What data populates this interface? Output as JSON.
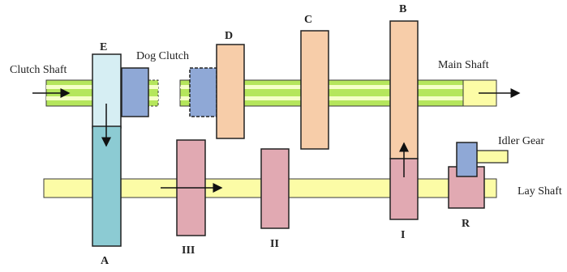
{
  "labels": {
    "clutch_shaft": "Clutch Shaft",
    "dog_clutch": "Dog Clutch",
    "main_shaft": "Main Shaft",
    "idler_gear": "Idler Gear",
    "lay_shaft": "Lay Shaft",
    "gear_a": "A",
    "gear_b": "B",
    "gear_c": "C",
    "gear_d": "D",
    "gear_e": "E",
    "gear_i": "I",
    "gear_ii": "II",
    "gear_iii": "III",
    "gear_r": "R"
  },
  "colors": {
    "shaft_green": "#b5e65c",
    "shaft_stripe": "#f5ffc8",
    "lay_shaft": "#fcfca6",
    "clutch_gear_top": "#d6eef3",
    "clutch_gear_bottom": "#8ccbd3",
    "dog_clutch": "#8fa8d6",
    "main_gear": "#f7cda9",
    "lay_gear": "#e1a9b2",
    "idler": "#8fa8d6",
    "outline": "#222222"
  }
}
